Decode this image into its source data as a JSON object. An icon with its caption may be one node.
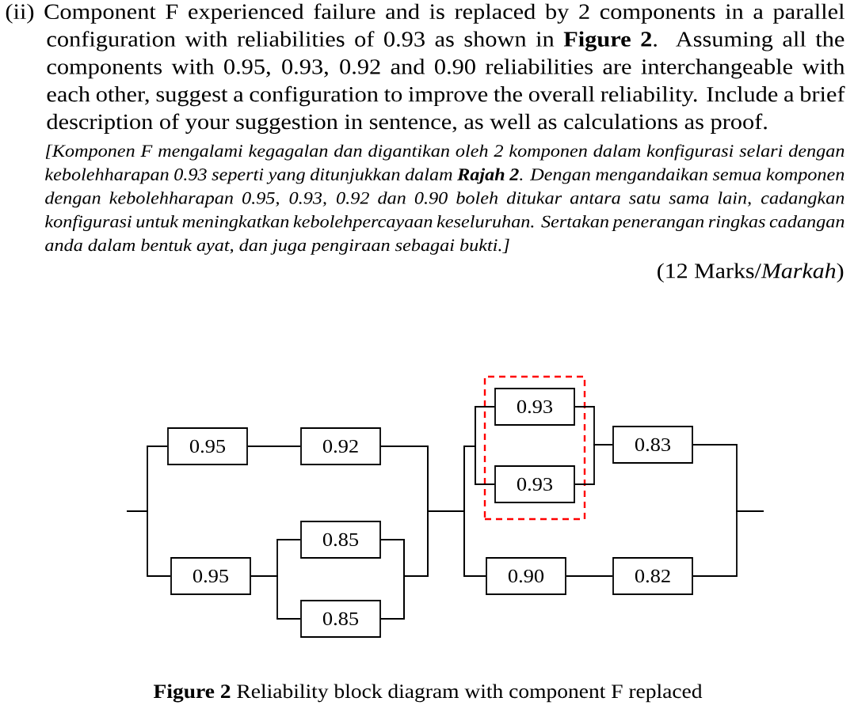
{
  "diagram": {
    "caption": "**Figure 2** Reliability block diagram with component F replaced",
    "nodes": [
      {
        "text": [
          "0.95"
        ]
      },
      {
        "text": [
          "0.92"
        ]
      },
      {
        "text": [
          "0.95"
        ]
      },
      {
        "text": [
          "0.85"
        ]
      },
      {
        "text": [
          "0.85"
        ]
      },
      {
        "text": [],
        "shape": "box"
      },
      {
        "text": [
          "0.93"
        ],
        "in": 5
      },
      {
        "text": [
          "0.93"
        ],
        "in": 5
      },
      {
        "text": [
          "0.83"
        ]
      },
      {
        "text": [
          "0.90"
        ]
      },
      {
        "text": [
          "0.82"
        ]
      }
    ],
    "edges": [
      {
        "from": null,
        "to": 0,
        "arrow": "none"
      },
      {
        "from": null,
        "to": 2,
        "arrow": "none"
      },
      {
        "from": 0,
        "to": 1,
        "arrow": "none"
      },
      {
        "from": 2,
        "to": 3,
        "arrow": "none"
      },
      {
        "from": 2,
        "to": 4,
        "arrow": "none"
      },
      {
        "from": 1,
        "to": 6,
        "arrow": "none"
      },
      {
        "from": 1,
        "to": 7,
        "arrow": "none"
      },
      {
        "from": 1,
        "to": 9,
        "arrow": "none"
      },
      {
        "from": 3,
        "to": 6,
        "arrow": "none"
      },
      {
        "from": 3,
        "to": 7,
        "arrow": "none"
      },
      {
        "from": 3,
        "to": 9,
        "arrow": "none"
      },
      {
        "from": 4,
        "to": 6,
        "arrow": "none"
      },
      {
        "from": 4,
        "to": 7,
        "arrow": "none"
      },
      {
        "from": 4,
        "to": 9,
        "arrow": "none"
      },
      {
        "from": 6,
        "to": 8,
        "arrow": "none"
      },
      {
        "from": 7,
        "to": 8,
        "arrow": "none"
      },
      {
        "from": 9,
        "to": 10,
        "arrow": "none"
      },
      {
        "from": 8,
        "to": null,
        "arrow": "none"
      },
      {
        "from": 10,
        "to": null,
        "arrow": "none"
      }
    ],
    "labels": [
      "(ii) Component F experienced failure and is replaced by 2 components in a parallel configuration with reliabilities of 0.93 as shown in **Figure 2**. Assuming all the components with 0.95, 0.93, 0.92 and 0.90 reliabilities are interchangeable with each other, suggest a configuration to improve the overall reliability. Include a brief description of your suggestion in sentence, as well as calculations as proof.",
      "[Komponen F mengalami kegagalan dan digantikan oleh 2 komponen dalam konfigurasi selari dengan kebolehharapan 0.93 seperti yang ditunjukkan dalam **Rajah 2**. Dengan mengandaikan semua komponen dengan kebolehharapan 0.95, 0.93, 0.92 dan 0.90 boleh ditukar antara satu sama lain, cadangkan konfigurasi untuk meningkatkan kebolehpercayaan keseluruhan. Sertakan penerangan ringkas cadangan anda dalam bentuk ayat, dan juga pengiraan sebagai bukti.]",
      "(12 Marks/*Markah*)"
    ]
  }
}
